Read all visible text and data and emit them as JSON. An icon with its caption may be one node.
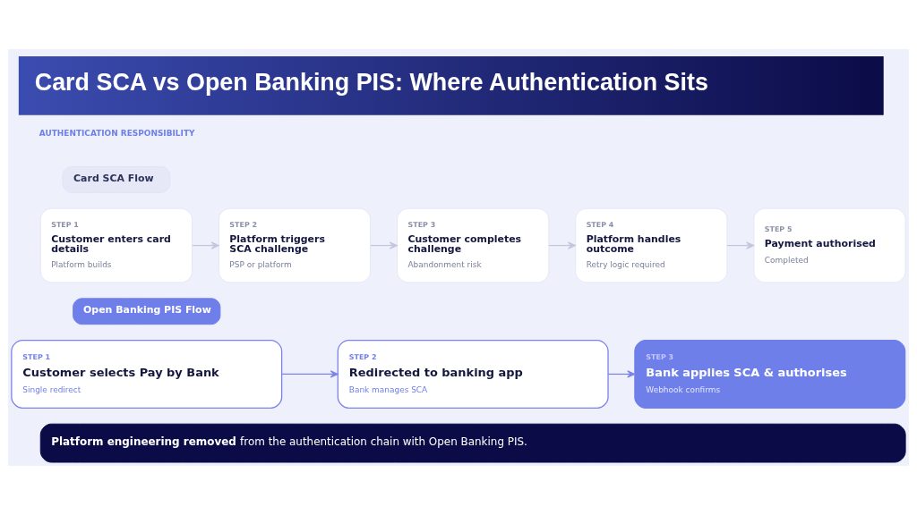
{
  "diagram": {
    "title": "Card SCA vs Open Banking PIS: Where Authentication Sits",
    "nodes": [
      {
        "text": [
          "Card SCA Flow"
        ]
      },
      {
        "text": [
          "STEP 1",
          "Customer enters card details",
          "Platform builds"
        ]
      },
      {
        "text": [
          "STEP 2",
          "Platform triggers SCA challenge",
          "PSP or platform"
        ]
      },
      {
        "text": [
          "STEP 3",
          "Customer completes challenge",
          "Abandonment risk"
        ]
      },
      {
        "text": [
          "STEP 4",
          "Platform handles outcome",
          "Retry logic required"
        ]
      },
      {
        "text": [
          "STEP 5",
          "Payment authorised",
          "Completed"
        ]
      },
      {
        "text": [
          "Open Banking PIS Flow"
        ]
      },
      {
        "text": [
          "STEP 1",
          "Customer selects Pay by Bank",
          "Single redirect"
        ]
      },
      {
        "text": [
          "STEP 2",
          "Redirected to banking app",
          "Bank manages SCA"
        ]
      },
      {
        "text": [
          "STEP 3",
          "Bank applies SCA & authorises",
          "Webhook confirms"
        ]
      },
      {
        "text": [
          "**Platform engineering removed** from the authentication chain with Open Banking PIS."
        ]
      }
    ],
    "edges": [
      {
        "from": 1,
        "to": 2,
        "arrow": "to"
      },
      {
        "from": 2,
        "to": 3,
        "arrow": "to"
      },
      {
        "from": 3,
        "to": 4,
        "arrow": "to"
      },
      {
        "from": 4,
        "to": 5,
        "arrow": "to"
      },
      {
        "from": 7,
        "to": 8,
        "arrow": "to",
        "color": "#7b83eb"
      },
      {
        "from": 8,
        "to": 9,
        "arrow": "to",
        "color": "#7b83eb"
      }
    ],
    "labels": [
      "AUTHENTICATION RESPONSIBILITY"
    ]
  }
}
